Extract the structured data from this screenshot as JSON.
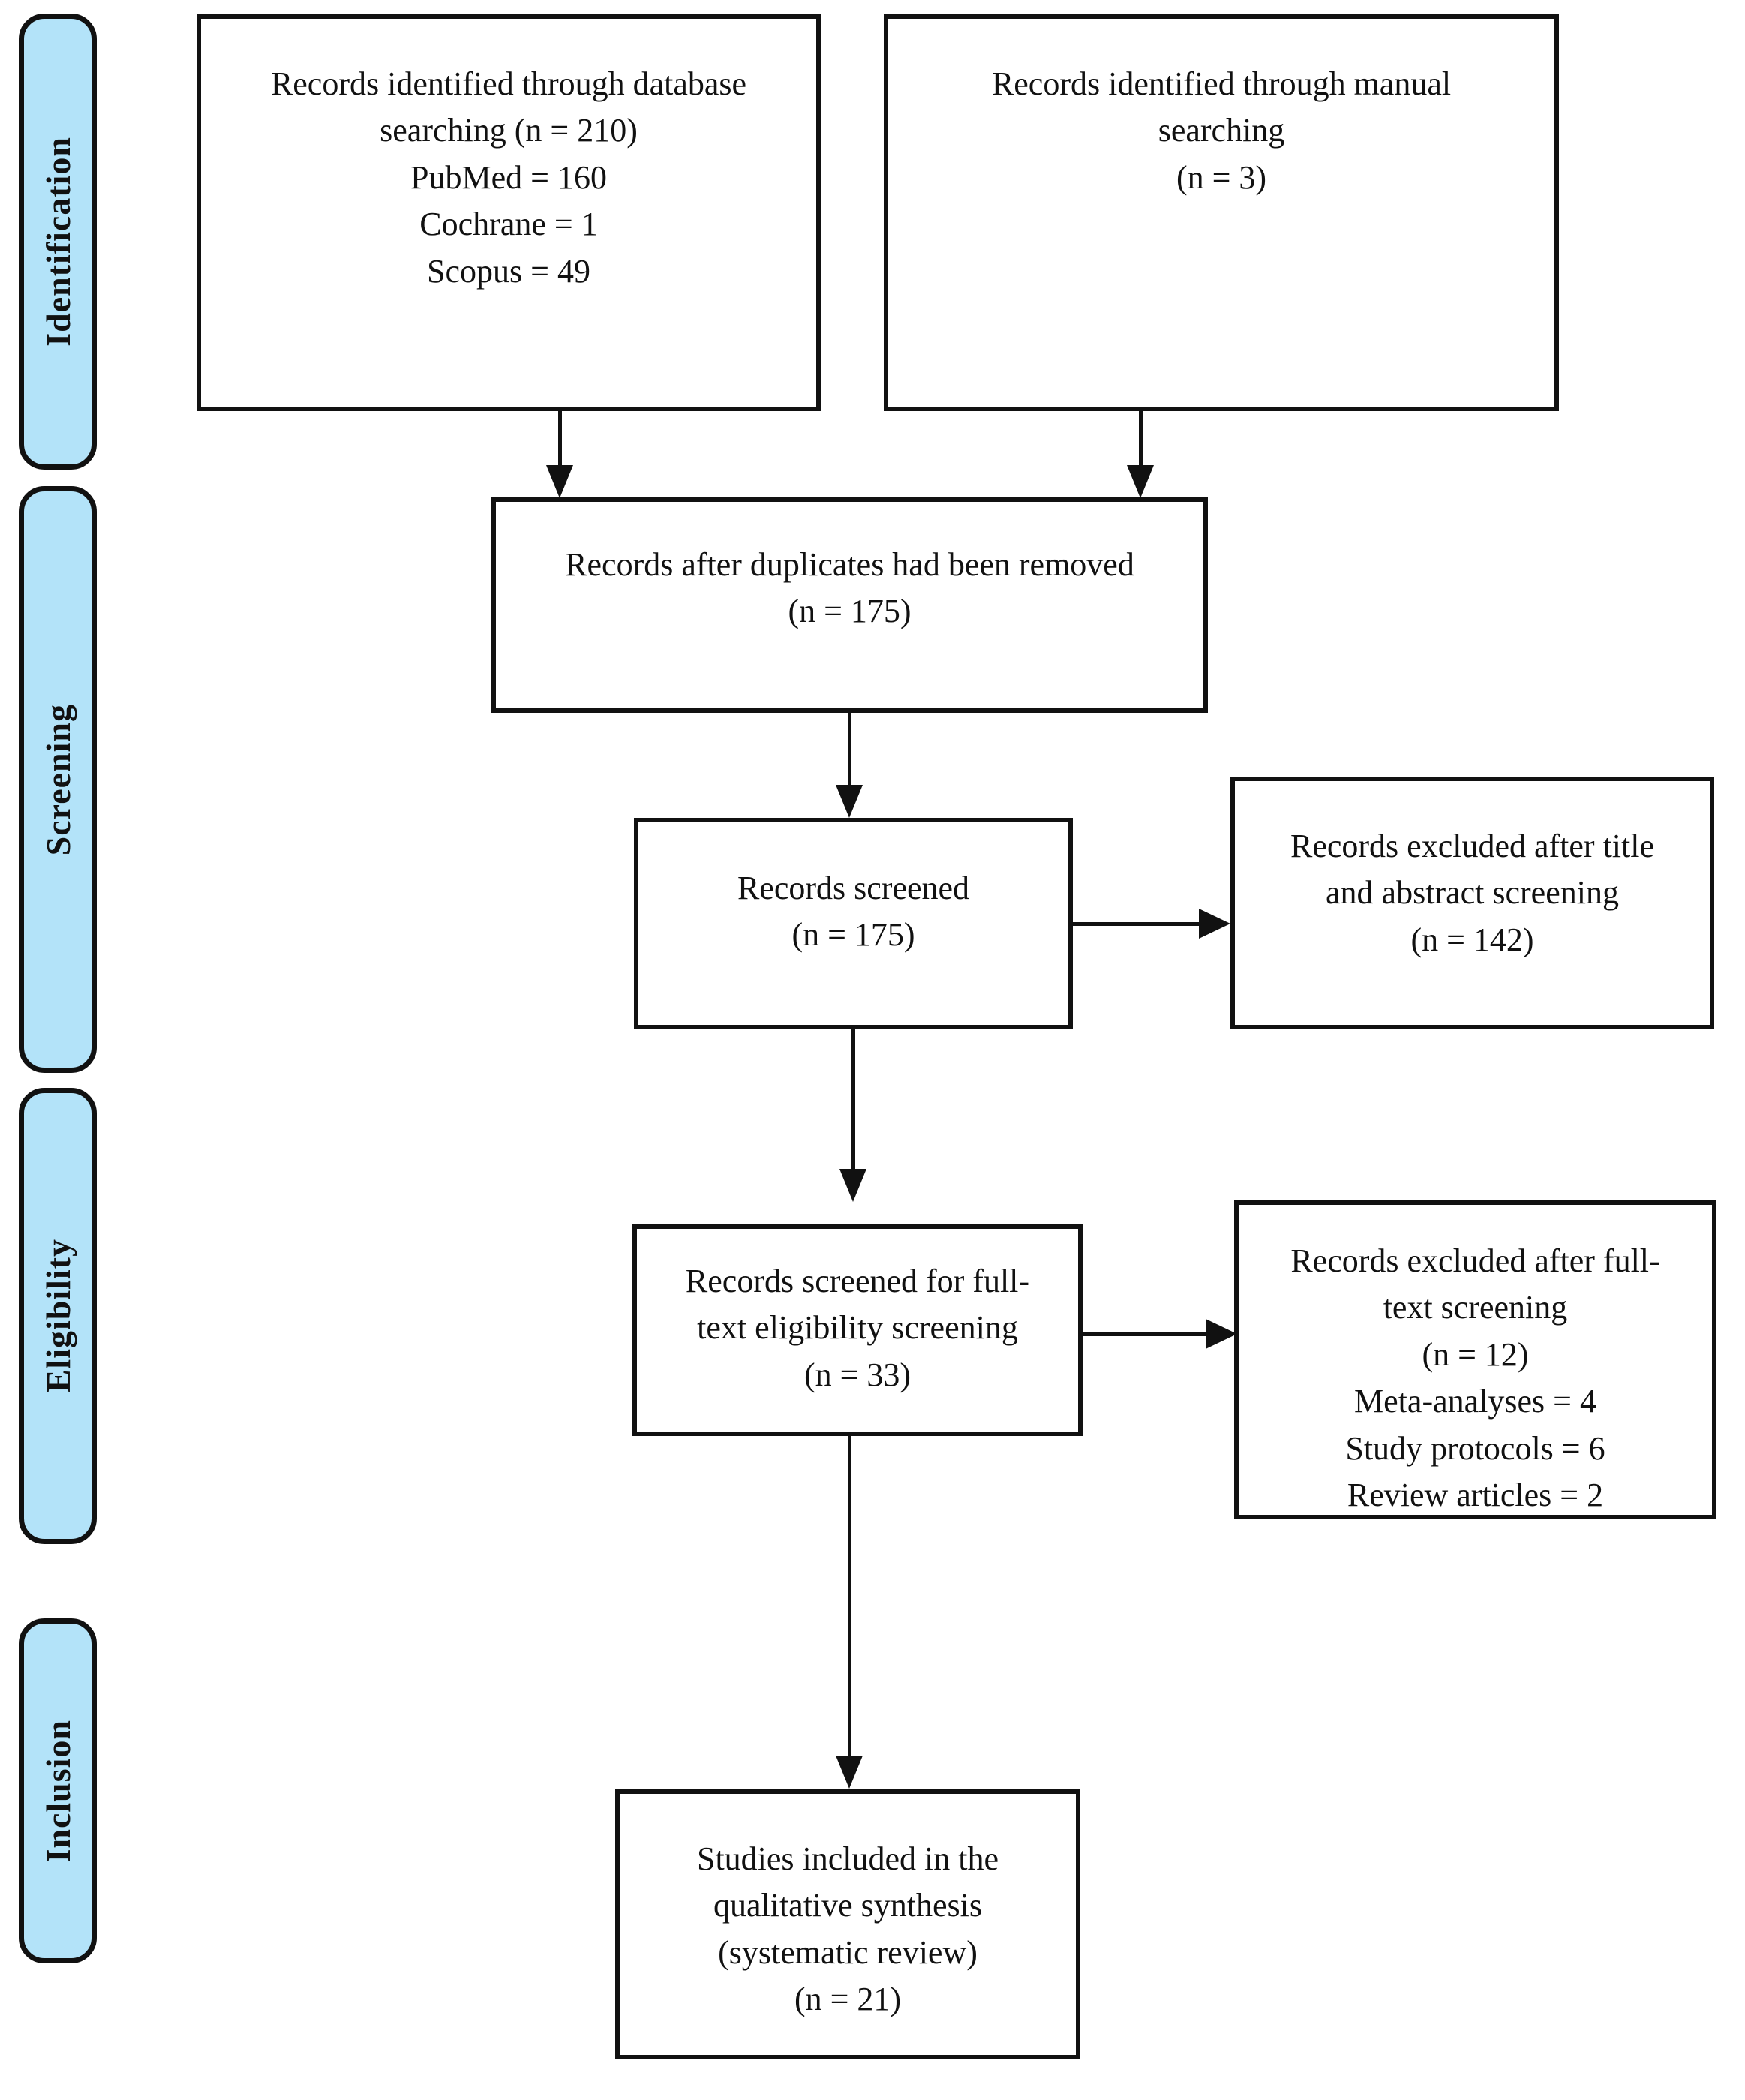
{
  "diagram": {
    "type": "PRISMA flow diagram",
    "accent_color": "#b3e3f9",
    "line_color": "#111111",
    "stages": [
      {
        "id": "identification",
        "label": "Identification"
      },
      {
        "id": "screening",
        "label": "Screening"
      },
      {
        "id": "eligibility",
        "label": "Eligibility"
      },
      {
        "id": "inclusion",
        "label": "Inclusion"
      }
    ],
    "boxes": {
      "database_search": {
        "text": "Records identified through database\nsearching (n = 210)\nPubMed = 160\nCochrane = 1\nScopus = 49"
      },
      "manual_search": {
        "text": "Records identified through manual\nsearching\n(n = 3)"
      },
      "duplicates_removed": {
        "text": "Records after duplicates had been removed\n(n = 175)"
      },
      "records_screened": {
        "text": "Records screened\n(n = 175)"
      },
      "excluded_title_abstract": {
        "text": "Records excluded after title\nand abstract screening\n(n = 142)"
      },
      "fulltext_eligibility": {
        "text": "Records screened for full-\ntext eligibility screening\n(n = 33)"
      },
      "excluded_fulltext": {
        "text": "Records excluded after full-\ntext screening\n(n = 12)\nMeta-analyses = 4\nStudy protocols = 6\nReview articles = 2"
      },
      "studies_included": {
        "text": "Studies included in the\nqualitative synthesis\n(systematic review)\n(n = 21)"
      }
    },
    "counts": {
      "identified_database_total": 210,
      "pubmed": 160,
      "cochrane": 1,
      "scopus": 49,
      "identified_manual": 3,
      "after_duplicates": 175,
      "screened": 175,
      "excluded_title_abstract": 142,
      "fulltext_assessed": 33,
      "excluded_fulltext": 12,
      "excluded_meta_analyses": 4,
      "excluded_study_protocols": 6,
      "excluded_review_articles": 2,
      "included_studies": 21
    }
  }
}
